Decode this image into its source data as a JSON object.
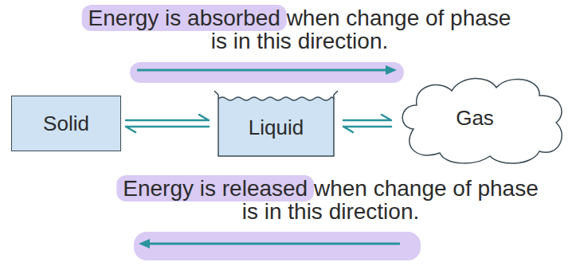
{
  "diagram": {
    "nodes": [
      {
        "text": [
          "Solid"
        ]
      },
      {
        "text": [
          "Liquid"
        ]
      },
      {
        "text": [
          "Gas"
        ]
      }
    ],
    "edges": [
      {
        "from": 0,
        "to": 1,
        "arrow": "both"
      },
      {
        "from": 1,
        "to": 2,
        "arrow": "both"
      }
    ],
    "labels": [
      "Energy is absorbed when change of phase is in this direction.",
      "Energy is released when change of phase is in this direction."
    ]
  }
}
